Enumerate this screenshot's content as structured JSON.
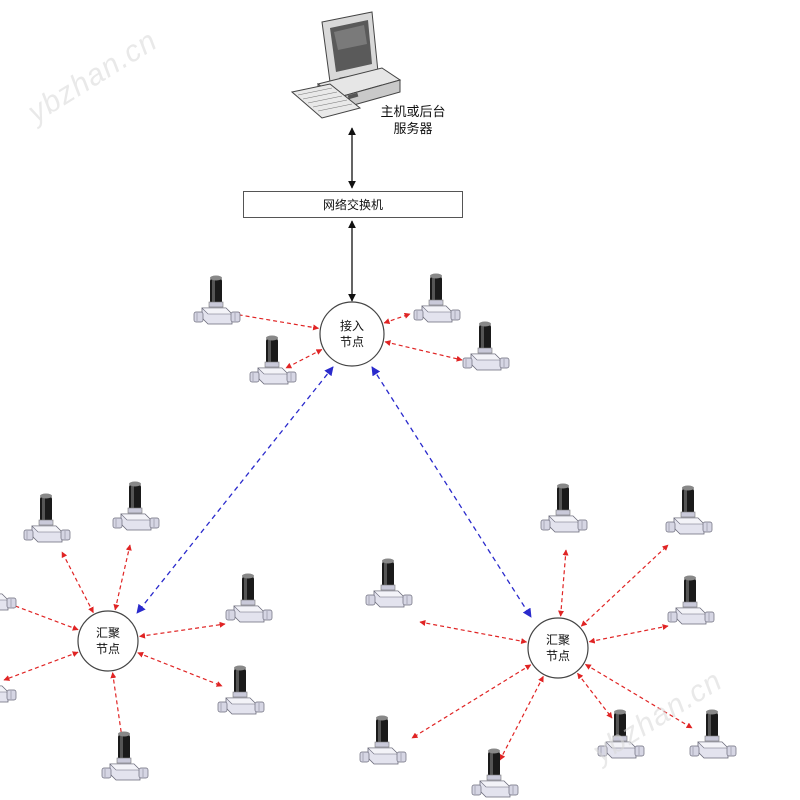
{
  "watermark": "ybzhan.cn",
  "server": {
    "label_line1": "主机或后台",
    "label_line2": "服务器"
  },
  "switch": {
    "label": "网络交换机"
  },
  "access_node": {
    "line1": "接入",
    "line2": "节点"
  },
  "aggregation_nodes": [
    {
      "line1": "汇聚",
      "line2": "节点"
    },
    {
      "line1": "汇聚",
      "line2": "节点"
    }
  ],
  "colors": {
    "sensor_link": "#e02424",
    "node_link": "#2a2acc",
    "wired_link": "#111111",
    "node_circle": "#444444"
  },
  "icons": {
    "server": "computer-workstation-icon",
    "sensor": "pressure-sensor-icon"
  }
}
